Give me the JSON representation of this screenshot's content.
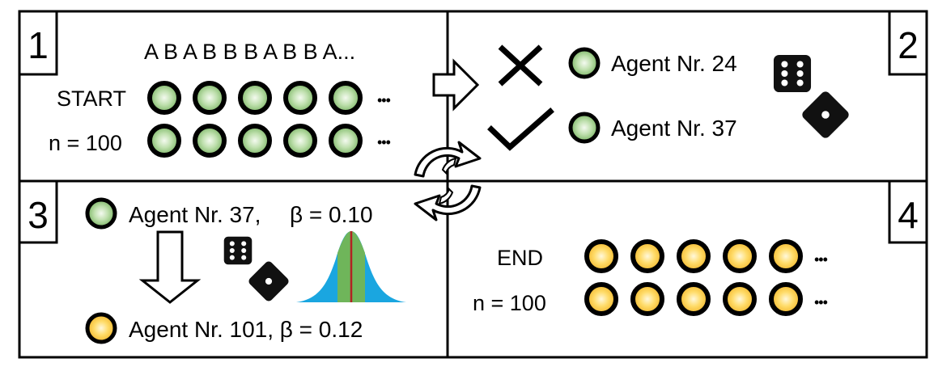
{
  "panel1": {
    "number": "1",
    "sequence": "A B A B B B A B B A...",
    "start_label": "START",
    "n_label": "n = 100",
    "ellipsis": "•••"
  },
  "panel2": {
    "number": "2",
    "agent_rejected": "Agent Nr. 24",
    "agent_accepted": "Agent Nr. 37"
  },
  "panel3": {
    "number": "3",
    "agent_parent": "Agent Nr. 37,",
    "beta_parent": "β = 0.10",
    "agent_child": "Agent Nr. 101, β = 0.12"
  },
  "panel4": {
    "number": "4",
    "end_label": "END",
    "n_label": "n = 100",
    "ellipsis": "•••"
  },
  "colors": {
    "green_agent": "#8fc57a",
    "yellow_agent": "#f5c242",
    "distribution_blue": "#1aa6e0",
    "distribution_green": "#6fb55a",
    "mean_line": "#b22222"
  },
  "icons": [
    "cross-icon",
    "check-icon",
    "dice-icon",
    "cycle-arrows-icon",
    "arrow-right-icon",
    "arrow-down-icon",
    "normal-distribution-icon"
  ]
}
